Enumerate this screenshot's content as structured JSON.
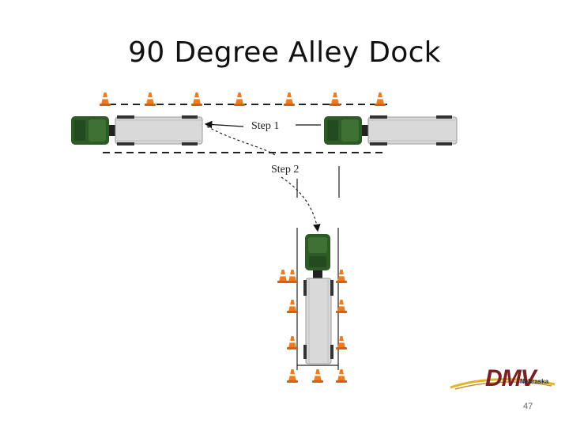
{
  "slide": {
    "title": "90 Degree Alley Dock",
    "page_number": "47"
  },
  "diagram": {
    "step1_label": "Step 1",
    "step2_label": "Step 2"
  },
  "logo": {
    "text": "DMV",
    "subtext": "Nebraska"
  },
  "colors": {
    "cab": "#2e5a28",
    "trailer": "#d9d9d9",
    "cone": "#f07a1e"
  }
}
